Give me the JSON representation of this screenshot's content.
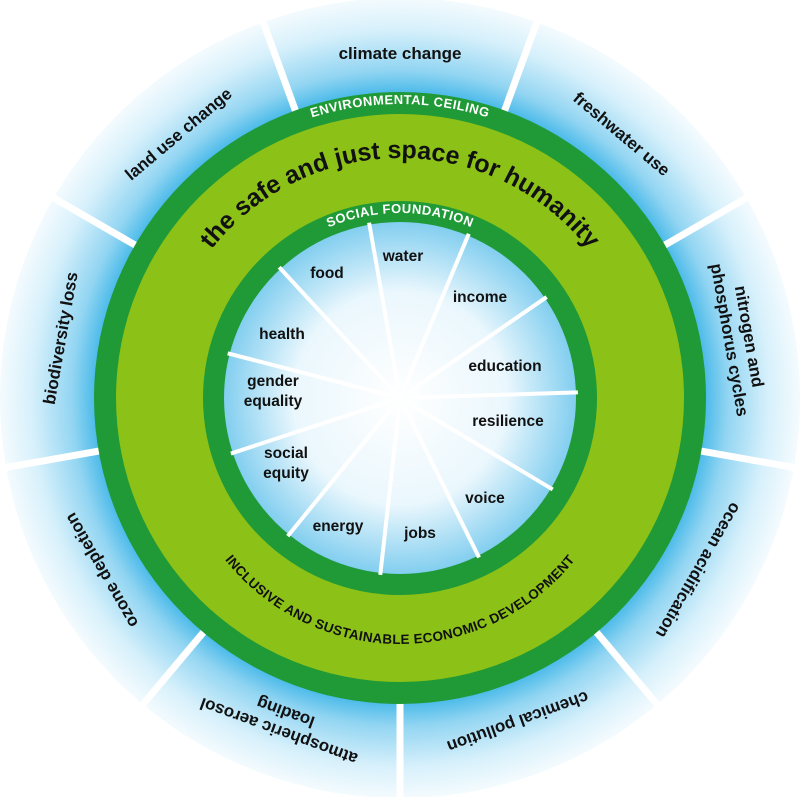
{
  "colors": {
    "dark_green": "#1f9a37",
    "light_green": "#8cc117",
    "blue": "#2fb0e6"
  },
  "environmental_ceiling": {
    "title": "ENVIRONMENTAL CEILING",
    "boundaries": [
      {
        "lines": [
          "climate change"
        ]
      },
      {
        "lines": [
          "freshwater use"
        ]
      },
      {
        "lines": [
          "nitrogen and",
          "phosphorus cycles"
        ]
      },
      {
        "lines": [
          "ocean acidification"
        ]
      },
      {
        "lines": [
          "chemical pollution"
        ]
      },
      {
        "lines": [
          "atmospheric aerosol",
          "loading"
        ]
      },
      {
        "lines": [
          "ozone depletion"
        ]
      },
      {
        "lines": [
          "biodiversity loss"
        ]
      },
      {
        "lines": [
          "land use change"
        ]
      }
    ]
  },
  "middle_band": {
    "title": "the safe and just space for humanity",
    "subtitle": "INCLUSIVE AND SUSTAINABLE ECONOMIC DEVELOPMENT"
  },
  "social_foundation": {
    "title": "SOCIAL FOUNDATION",
    "dimensions": [
      {
        "lines": [
          "food"
        ]
      },
      {
        "lines": [
          "water"
        ]
      },
      {
        "lines": [
          "income"
        ]
      },
      {
        "lines": [
          "education"
        ]
      },
      {
        "lines": [
          "resilience"
        ]
      },
      {
        "lines": [
          "voice"
        ]
      },
      {
        "lines": [
          "jobs"
        ]
      },
      {
        "lines": [
          "energy"
        ]
      },
      {
        "lines": [
          "social",
          "equity"
        ]
      },
      {
        "lines": [
          "gender",
          "equality"
        ]
      },
      {
        "lines": [
          "health"
        ]
      }
    ]
  }
}
